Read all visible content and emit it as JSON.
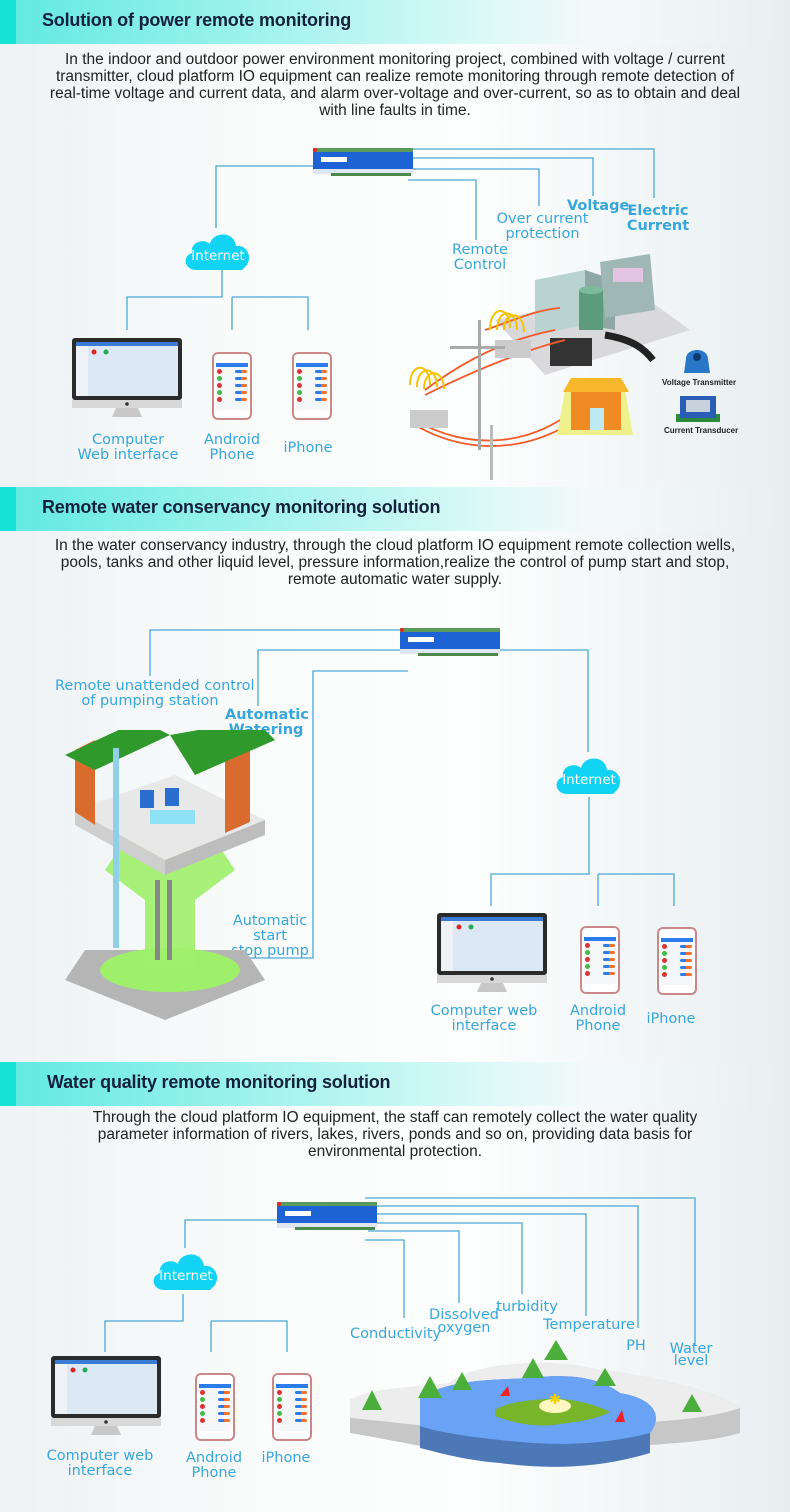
{
  "colors": {
    "accent_line": "#4aa8d8",
    "label_blue": "#37a6dc",
    "header_bar": "#16e3d5",
    "title_text": "#14213d",
    "cloud": "#13d3f4"
  },
  "sections": [
    {
      "title": "Solution of power remote monitoring",
      "description": "In the indoor and outdoor power environment monitoring project, combined with voltage / current transmitter, cloud platform IO equipment can realize remote monitoring through remote detection of real-time voltage and current data, and alarm over-voltage and over-current, so as to obtain and deal with line faults in time.",
      "cloud_label": "Internet",
      "clients": {
        "computer": "Computer\nWeb interface",
        "computer_l1": "Computer",
        "computer_l2": "Web interface",
        "android_l1": "Android",
        "android_l2": "Phone",
        "iphone": "iPhone"
      },
      "signals": {
        "remote_control_l1": "Remote",
        "remote_control_l2": "Control",
        "over_current_l1": "Over current",
        "over_current_l2": "protection",
        "voltage": "Voltage",
        "electric_current_l1": "Electric",
        "electric_current_l2": "Current"
      },
      "sensors": {
        "voltage_transmitter": "Voltage Transmitter",
        "current_transducer": "Current Transducer"
      }
    },
    {
      "title": "Remote water conservancy monitoring solution",
      "description": "In the water conservancy industry, through the cloud platform IO equipment remote collection wells, pools, tanks and other liquid level, pressure information,realize the control of pump start and stop, remote automatic water supply.",
      "cloud_label": "Internet",
      "clients": {
        "computer_l1": "Computer web",
        "computer_l2": "interface",
        "android_l1": "Android",
        "android_l2": "Phone",
        "iphone": "iPhone"
      },
      "signals": {
        "unattended_l1": "Remote unattended control",
        "unattended_l2": "of pumping station",
        "watering_l1": "Automatic",
        "watering_l2": "Watering",
        "pump_l1": "Automatic",
        "pump_l2": "start",
        "pump_l3": "stop pump"
      }
    },
    {
      "title": "Water quality remote monitoring solution",
      "description": "Through the cloud platform IO equipment, the staff can remotely collect the water quality parameter information of rivers, lakes, rivers, ponds and so on, providing data basis for environmental protection.",
      "cloud_label": "Internet",
      "clients": {
        "computer_l1": "Computer web",
        "computer_l2": "interface",
        "android_l1": "Android",
        "android_l2": "Phone",
        "iphone": "iPhone"
      },
      "signals": {
        "conductivity": "Conductivity",
        "dissolved_l1": "Dissolved",
        "dissolved_l2": "oxygen",
        "turbidity": "turbidity",
        "temperature": "Temperature",
        "ph": "PH",
        "water_l1": "Water",
        "water_l2": "level"
      }
    }
  ]
}
